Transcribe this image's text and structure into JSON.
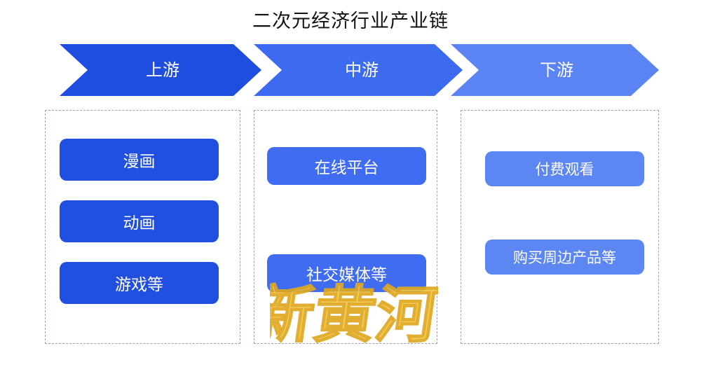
{
  "title": "二次元经济行业产业链",
  "stages": [
    {
      "label": "上游",
      "items": [
        "漫画",
        "动画",
        "游戏等"
      ]
    },
    {
      "label": "中游",
      "items": [
        "在线平台",
        "社交媒体等"
      ]
    },
    {
      "label": "下游",
      "items": [
        "付费观看",
        "购买周边产品等"
      ]
    }
  ],
  "watermark_text": "新黄河",
  "colors": {
    "upstream": "#1f4de0",
    "midstream": "#3d6bf0",
    "downstream": "#5a84f3",
    "watermark": "#f3c94a"
  }
}
